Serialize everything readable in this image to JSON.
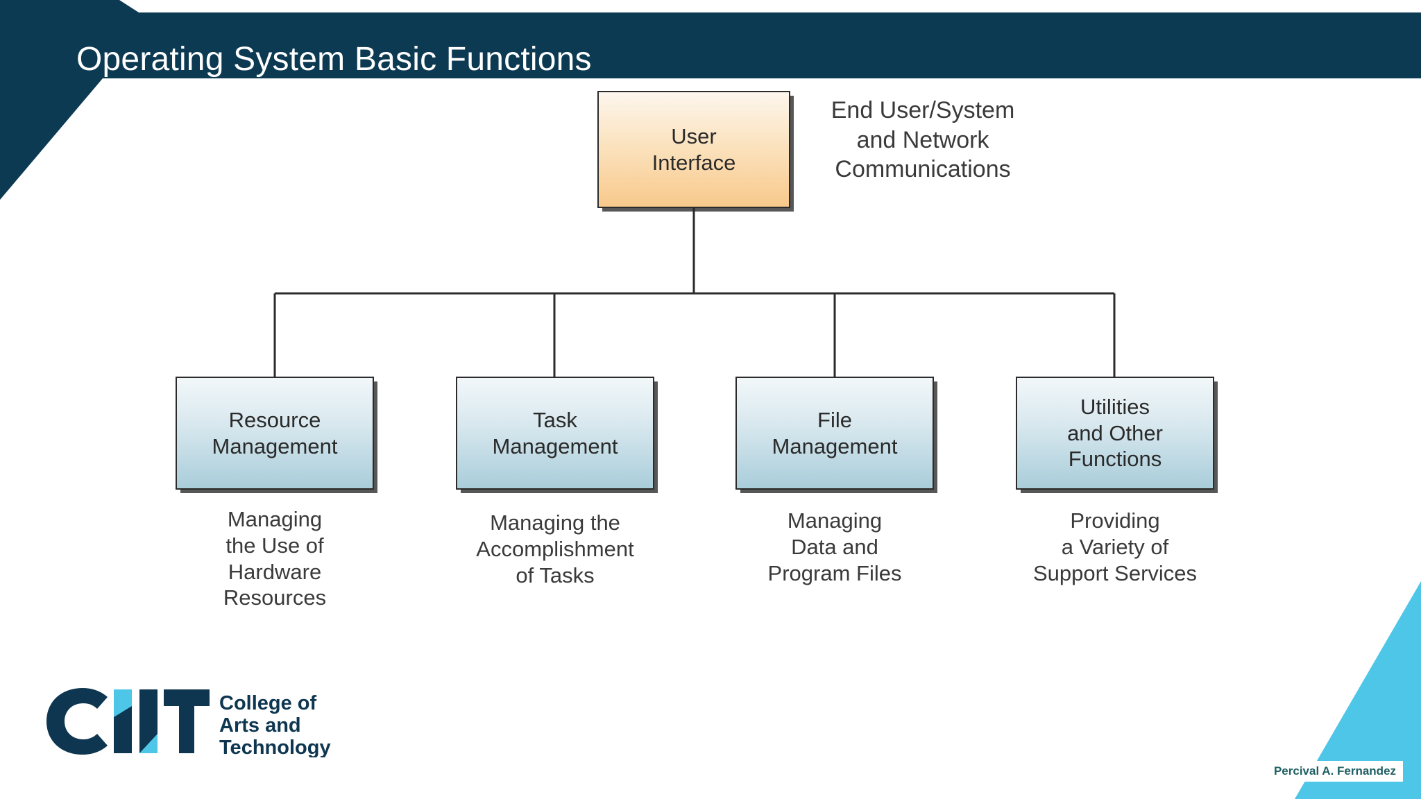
{
  "slide": {
    "title": "Operating System Basic Functions",
    "author": "Percival A. Fernandez"
  },
  "colors": {
    "header_navy": "#0c3a52",
    "accent_cyan": "#4ec6e8",
    "logo_navy": "#0e3650",
    "author_text": "#1f5f63",
    "root_node_fill": "#f8c98b",
    "child_node_fill": "#a9cdda",
    "node_border": "#2b2b2b"
  },
  "logo": {
    "mark": "ciit-logo",
    "wordmark_lines": [
      "College of",
      "Arts and",
      "Technology"
    ]
  },
  "diagram": {
    "type": "hierarchy-tree",
    "root": {
      "id": "user-interface",
      "label_lines": [
        "User",
        "Interface"
      ],
      "label": "User Interface",
      "note_lines": [
        "End User/System",
        "and Network",
        "Communications"
      ],
      "note": "End User/System and Network Communications"
    },
    "children": [
      {
        "id": "resource-management",
        "label_lines": [
          "Resource",
          "Management"
        ],
        "label": "Resource Management",
        "caption_lines": [
          "Managing",
          "the Use of",
          "Hardware",
          "Resources"
        ],
        "caption": "Managing the Use of Hardware Resources"
      },
      {
        "id": "task-management",
        "label_lines": [
          "Task",
          "Management"
        ],
        "label": "Task Management",
        "caption_lines": [
          "Managing the",
          "Accomplishment",
          "of Tasks"
        ],
        "caption": "Managing the Accomplishment of Tasks"
      },
      {
        "id": "file-management",
        "label_lines": [
          "File",
          "Management"
        ],
        "label": "File Management",
        "caption_lines": [
          "Managing",
          "Data and",
          "Program Files"
        ],
        "caption": "Managing Data and Program Files"
      },
      {
        "id": "utilities-and-other-functions",
        "label_lines": [
          "Utilities",
          "and Other",
          "Functions"
        ],
        "label": "Utilities and Other Functions",
        "caption_lines": [
          "Providing",
          "a Variety of",
          "Support Services"
        ],
        "caption": "Providing a Variety of Support Services"
      }
    ]
  }
}
